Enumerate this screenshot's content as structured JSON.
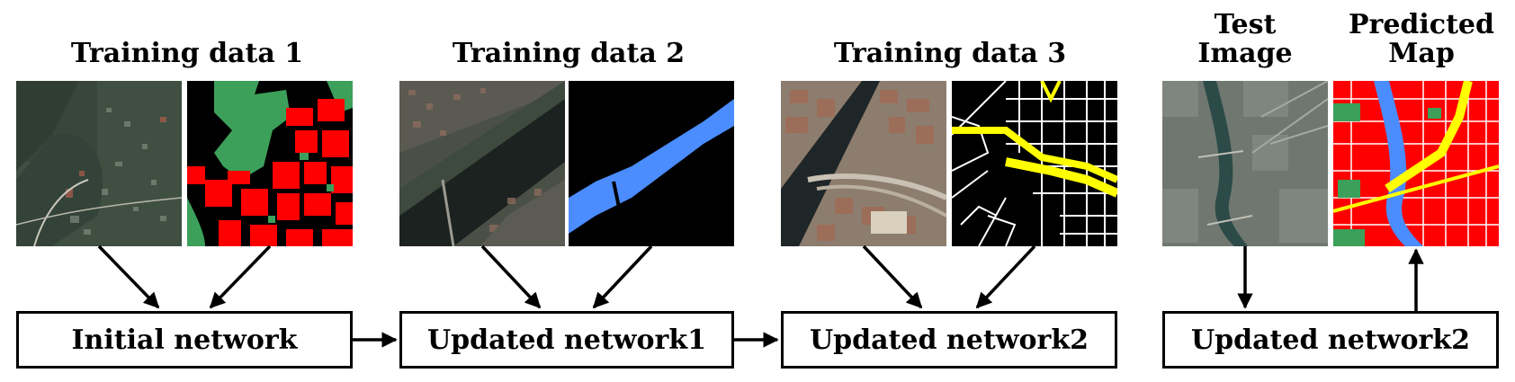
{
  "titles": {
    "training_1": "Training data 1",
    "training_2": "Training data 2",
    "training_3": "Training data 3",
    "test_line1": "Test",
    "test_line2": "Image",
    "pred_line1": "Predicted",
    "pred_line2": "Map"
  },
  "boxes": {
    "initial": "Initial network",
    "updated1": "Updated network1",
    "updated2": "Updated network2",
    "updated2_test": "Updated network2"
  },
  "colors": {
    "building": "#ff0000",
    "vegetation": "#3ca05a",
    "water": "#4b8cff",
    "road": "#ffffff",
    "railway": "#ffff00",
    "background": "#000000"
  }
}
